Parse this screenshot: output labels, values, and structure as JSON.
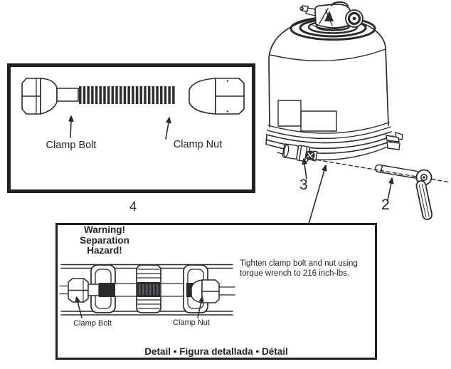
{
  "figure4": {
    "number": "4",
    "clamp_bolt_label": "Clamp Bolt",
    "clamp_nut_label": "Clamp Nut"
  },
  "tank_view": {
    "callout_torque_wrench": "2",
    "callout_clamp_bolt": "3"
  },
  "detail_box": {
    "warning_line1": "Warning!",
    "warning_line2": "Separation",
    "warning_line3": "Hazard!",
    "clamp_bolt_label": "Clamp Bolt",
    "clamp_nut_label": "Clamp Nut",
    "instruction": "Tighten clamp bolt and nut using torque wrench to 216 inch-lbs.",
    "caption": "Detail • Figura detallada • Détail"
  },
  "colors": {
    "line": "#2a2a2e",
    "text": "#26222a",
    "dark_fill": "#303034"
  }
}
